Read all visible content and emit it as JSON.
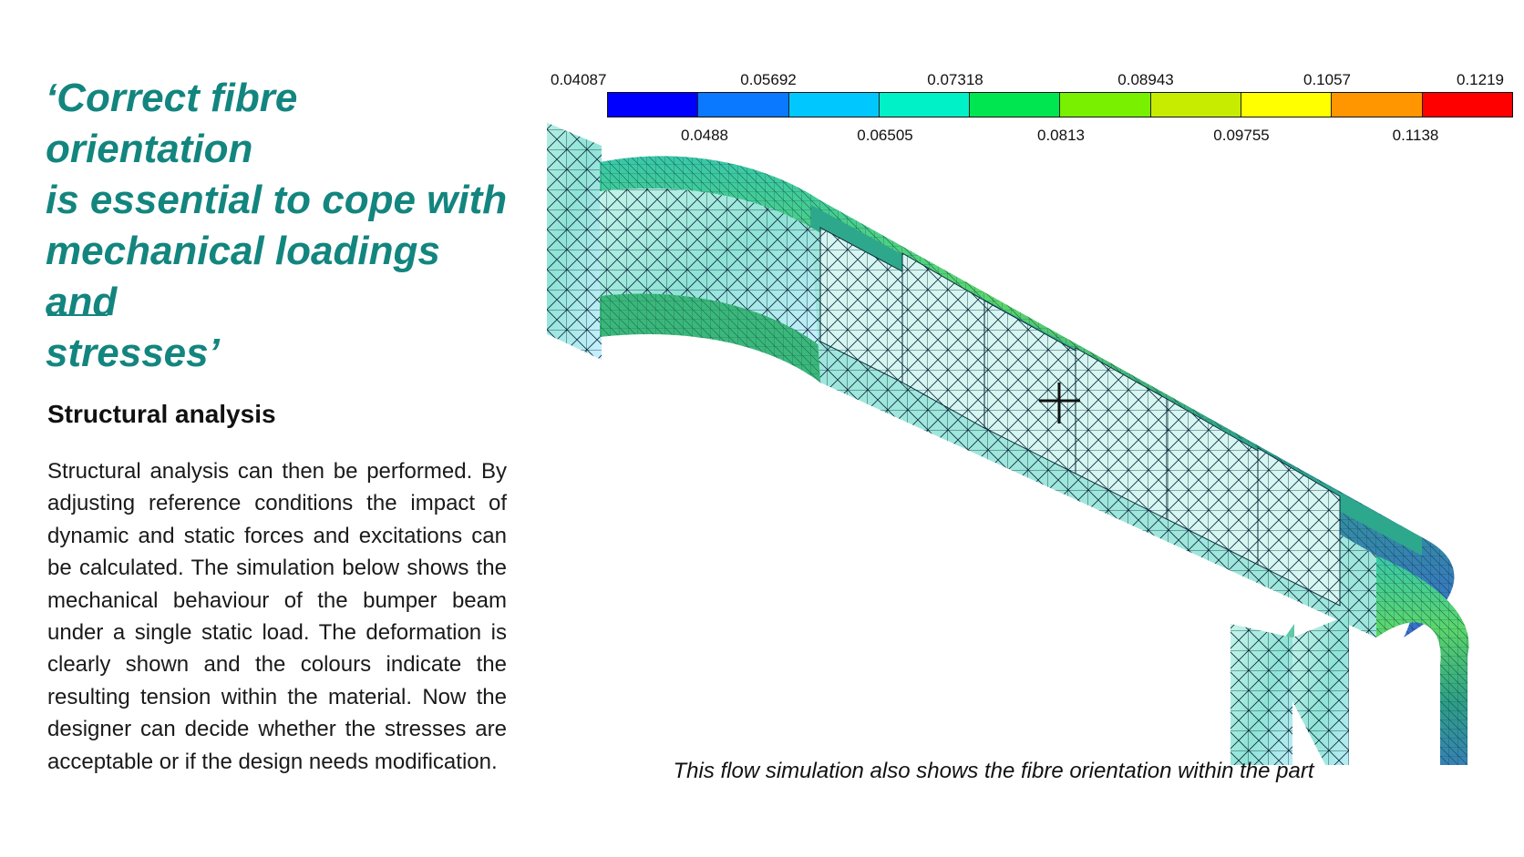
{
  "quote": {
    "lines": [
      "‘Correct fibre orientation",
      "is essential to cope with",
      "mechanical loadings and",
      "stresses’"
    ]
  },
  "section": {
    "heading": "Structural analysis",
    "body_lines": [
      "Structural analysis can then be performed. By",
      "adjusting reference conditions the impact of",
      "dynamic and static forces and excitations can",
      "be calculated. The simulation below shows the",
      "mechanical behaviour of the bumper beam",
      "under a single static load. The deformation is",
      "clearly shown and the colours indicate the",
      "resulting tension within the material. Now the",
      "designer can decide whether the stresses are",
      "acceptable or if the design needs modification."
    ]
  },
  "legend": {
    "top_labels": [
      "0.04087",
      "0.05692",
      "0.07318",
      "0.08943",
      "0.1057",
      "0.1219"
    ],
    "bottom_labels": [
      "0.0488",
      "0.06505",
      "0.0813",
      "0.09755",
      "0.1138"
    ],
    "colors": [
      "#0000ff",
      "#0a78ff",
      "#00c8ff",
      "#00f0c8",
      "#00e650",
      "#78f000",
      "#c8ec00",
      "#ffff00",
      "#ff9600",
      "#ff0000"
    ]
  },
  "figure": {
    "description_icon": "fe-mesh-bumper-beam"
  },
  "caption": "This flow simulation also shows the fibre orientation within the part"
}
